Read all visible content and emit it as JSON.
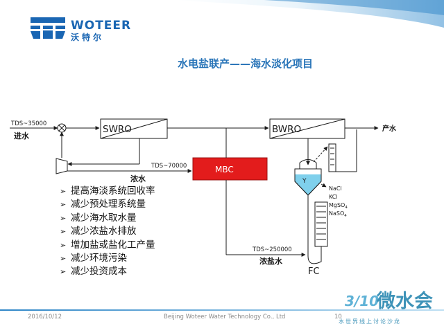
{
  "header": {
    "brand_en": "WOTEER",
    "brand_cn": "沃特尔",
    "title": "水电盐联产——海水淡化项目"
  },
  "diagram": {
    "tds_in": "TDS~35000",
    "inlet": "进水",
    "swro": "SWRO",
    "bwro": "BWRO",
    "product": "产水",
    "tds_70000": "TDS~70000",
    "mbc": "MBC",
    "brine": "浓水",
    "tds_250000": "TDS~250000",
    "conc_brine": "浓盐水",
    "fc": "FC",
    "salts": [
      "NaCl",
      "KCl",
      "MgSO",
      "NaSO"
    ],
    "salt_subs": [
      "",
      "",
      "4",
      "4"
    ],
    "tank_mark": "Y"
  },
  "bullets": [
    "提高海淡系统回收率",
    "减少预处理系统量",
    "减少海水取水量",
    "减少浓盐水排放",
    "增加盐或盐化工产量",
    "减少环境污染",
    "减少投资成本"
  ],
  "bullet_mark": "➢",
  "footer": {
    "date": "2016/10/12",
    "company": "Beijing Woteer Water Technology Co., Ltd",
    "page": "10"
  },
  "watermark": {
    "main": "微水会",
    "prefix": "3/10",
    "sub": "水世界线上讨论沙龙"
  },
  "colors": {
    "accent": "#1a66b3",
    "title": "#2874b8",
    "mbc": "#e31c1c",
    "tank": "#7fd0ec",
    "line": "#1a1a1a",
    "footer_line": "#5aa5d6"
  }
}
